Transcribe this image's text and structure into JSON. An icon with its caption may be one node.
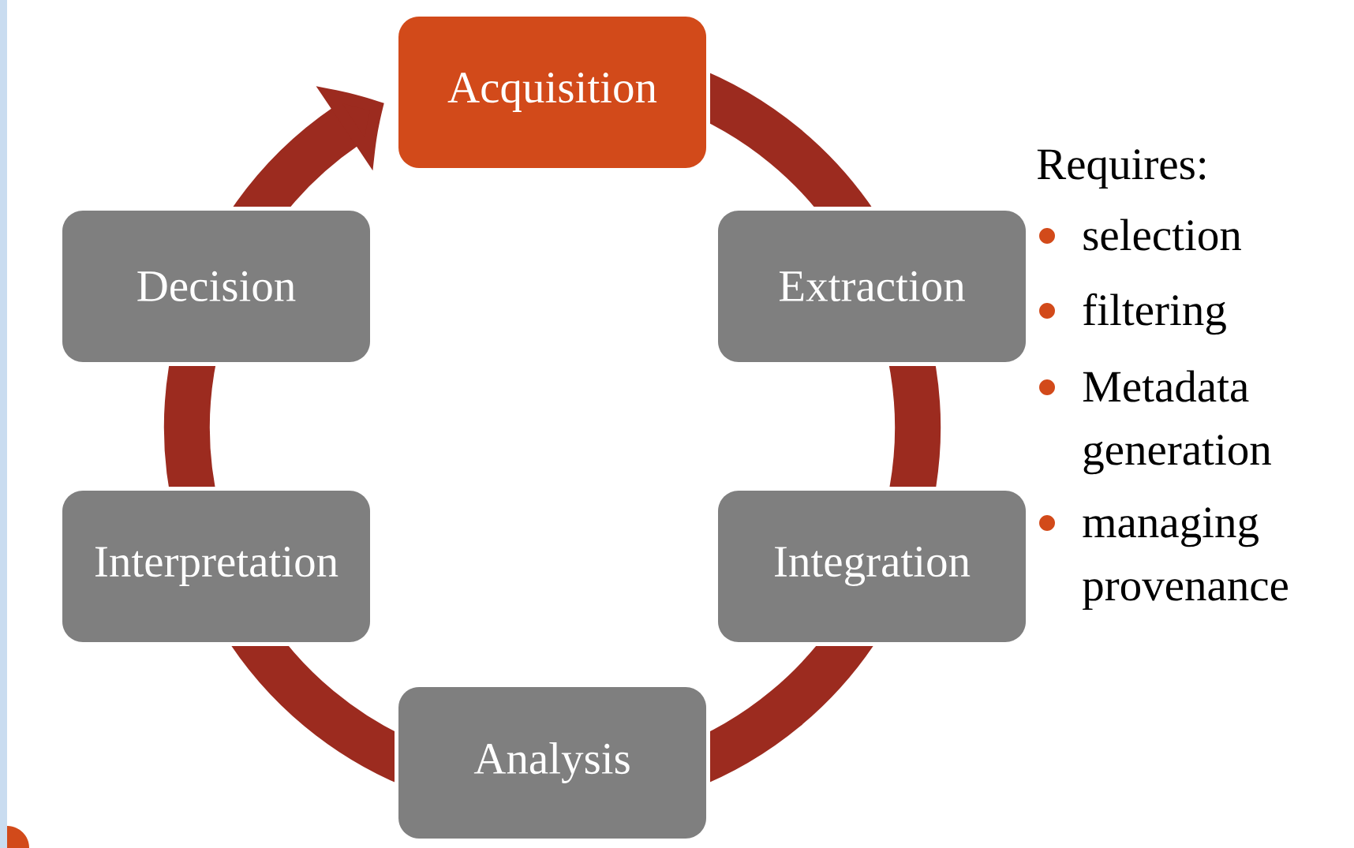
{
  "diagram": {
    "nodes": [
      {
        "text": [
          "Acquisition"
        ]
      },
      {
        "text": [
          "Extraction"
        ]
      },
      {
        "text": [
          "Integration"
        ]
      },
      {
        "text": [
          "Analysis"
        ]
      },
      {
        "text": [
          "Interpretation"
        ]
      },
      {
        "text": [
          "Decision"
        ]
      }
    ],
    "edges": [
      {
        "from": 0,
        "to": 1,
        "arrow": "none"
      },
      {
        "from": 1,
        "to": 2,
        "arrow": "none"
      },
      {
        "from": 2,
        "to": 3,
        "arrow": "none"
      },
      {
        "from": 3,
        "to": 4,
        "arrow": "none"
      },
      {
        "from": 4,
        "to": 5,
        "arrow": "none"
      },
      {
        "from": 5,
        "to": 0,
        "arrow": "to"
      }
    ],
    "labels": [
      "Requires:",
      "selection",
      "filtering",
      "Metadata generation",
      "managing provenance"
    ]
  }
}
